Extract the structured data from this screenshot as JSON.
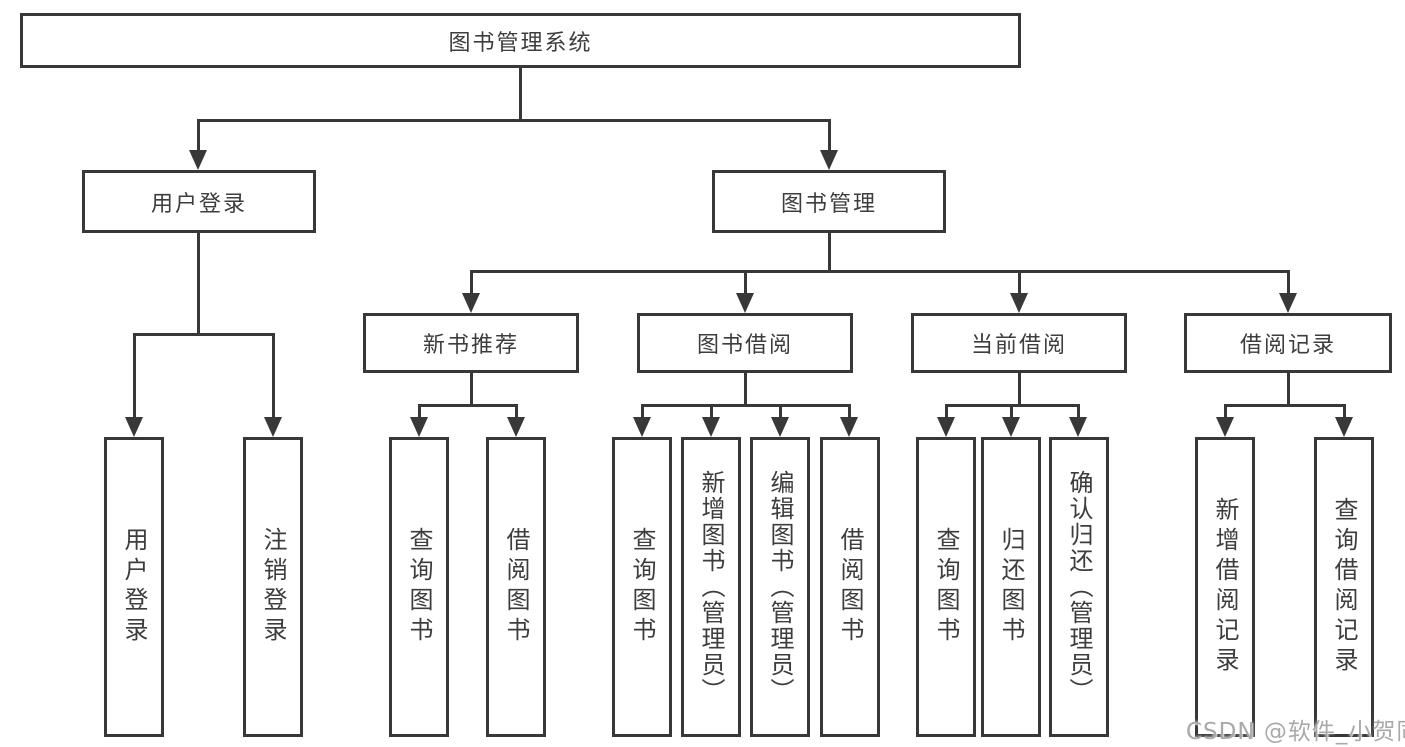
{
  "colors": {
    "line": "#383838",
    "text": "#3d3d3d",
    "watermark": "#a9a9a9",
    "bg": "#ffffff"
  },
  "tree": {
    "label": "图书管理系统",
    "children": [
      {
        "label": "用户登录",
        "children": [
          {
            "label": "用户登录"
          },
          {
            "label": "注销登录"
          }
        ]
      },
      {
        "label": "图书管理",
        "children": [
          {
            "label": "新书推荐",
            "children": [
              {
                "label": "查询图书"
              },
              {
                "label": "借阅图书"
              }
            ]
          },
          {
            "label": "图书借阅",
            "children": [
              {
                "label": "查询图书"
              },
              {
                "label": "新增图书（管理员）"
              },
              {
                "label": "编辑图书（管理员）"
              },
              {
                "label": "借阅图书"
              }
            ]
          },
          {
            "label": "当前借阅",
            "children": [
              {
                "label": "查询图书"
              },
              {
                "label": "归还图书"
              },
              {
                "label": "确认归还（管理员）"
              }
            ]
          },
          {
            "label": "借阅记录",
            "children": [
              {
                "label": "新增借阅记录"
              },
              {
                "label": "查询借阅记录"
              }
            ]
          }
        ]
      }
    ]
  },
  "watermark": {
    "text": "CSDN @软件_小贺同学"
  }
}
